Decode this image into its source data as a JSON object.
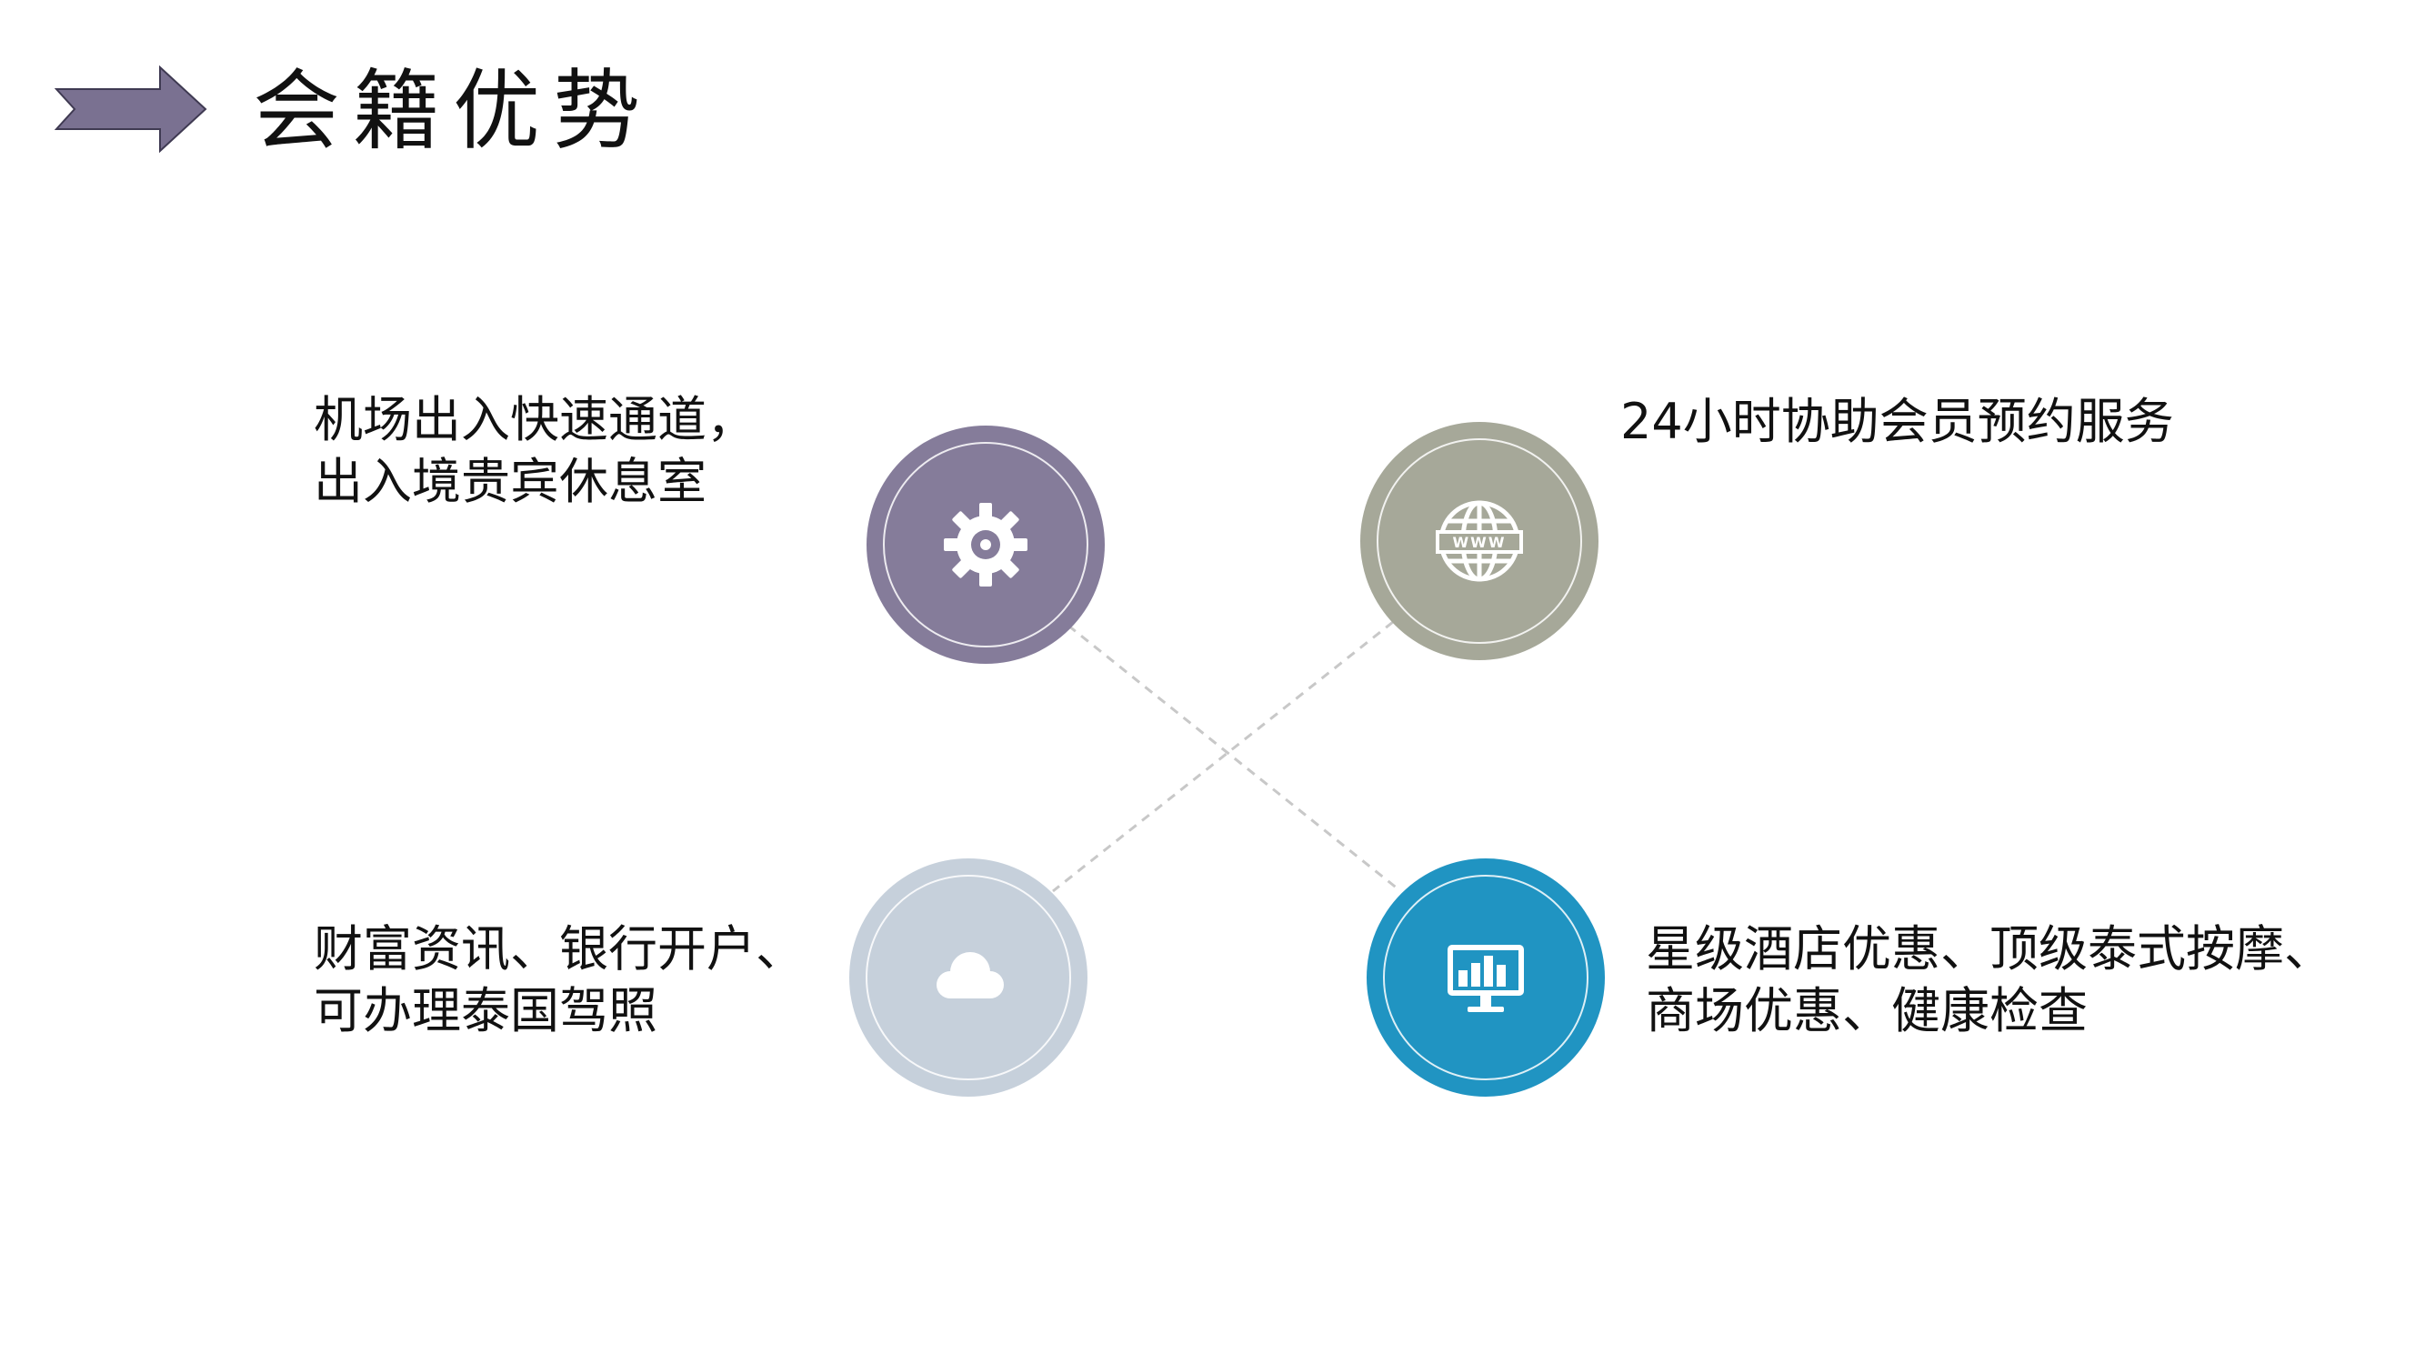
{
  "header": {
    "title": "会籍优势"
  },
  "colors": {
    "arrow": "#7a7191",
    "circle_top_left": "#857c9a",
    "circle_top_right": "#a6a899",
    "circle_bottom_left": "#c6d0db",
    "circle_bottom_right": "#2094c2"
  },
  "features": {
    "top_left": {
      "icon": "gear-icon",
      "line1": "机场出入快速通道，",
      "line2": "出入境贵宾休息室"
    },
    "top_right": {
      "icon": "globe-www-icon",
      "icon_label": "WWW",
      "line1": "24小时协助会员预约服务"
    },
    "bottom_left": {
      "icon": "cloud-icon",
      "line1": "财富资讯、银行开户、",
      "line2": "可办理泰国驾照"
    },
    "bottom_right": {
      "icon": "monitor-chart-icon",
      "line1": "星级酒店优惠、顶级泰式按摩、",
      "line2": "商场优惠、健康检查"
    }
  }
}
